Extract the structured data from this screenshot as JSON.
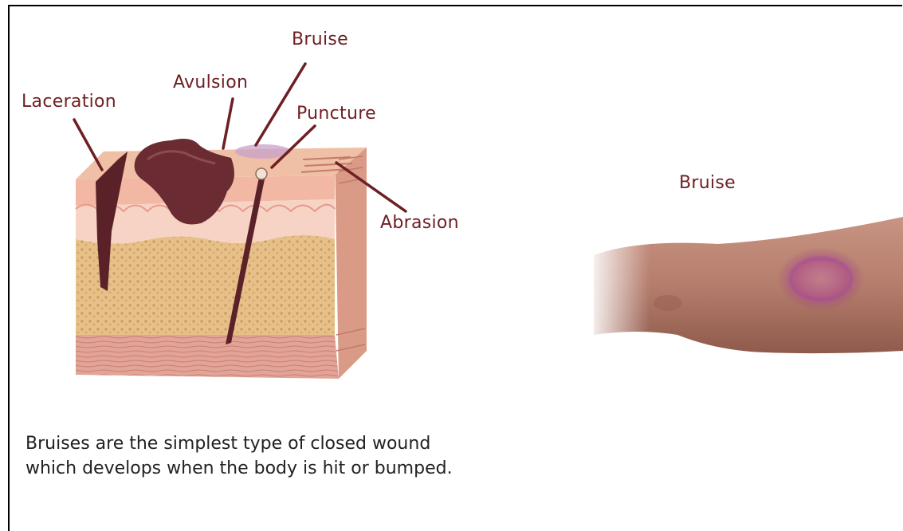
{
  "diagram": {
    "labels": {
      "laceration": "Laceration",
      "avulsion": "Avulsion",
      "bruise": "Bruise",
      "puncture": "Puncture",
      "abrasion": "Abrasion"
    }
  },
  "photo": {
    "label": "Bruise"
  },
  "caption": "Bruises are the simplest type of closed wound which develops when the body is hit or bumped."
}
